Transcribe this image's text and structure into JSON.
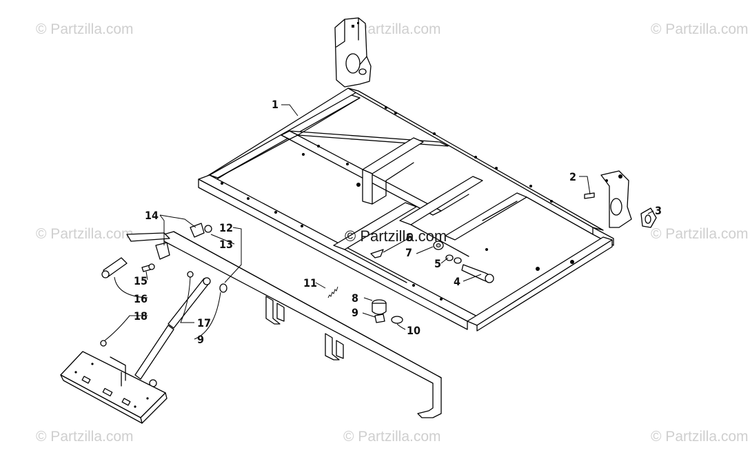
{
  "watermark": {
    "text": "© Partzilla.com"
  },
  "callouts": {
    "c1": "1",
    "c2": "2",
    "c3": "3",
    "c4": "4",
    "c5": "5",
    "c6": "6",
    "c7": "7",
    "c8": "8",
    "c9": "9",
    "c10": "10",
    "c11": "11",
    "c12": "12",
    "c13": "13",
    "c14": "14",
    "c15": "15",
    "c16": "16",
    "c17": "17",
    "c18": "18"
  }
}
